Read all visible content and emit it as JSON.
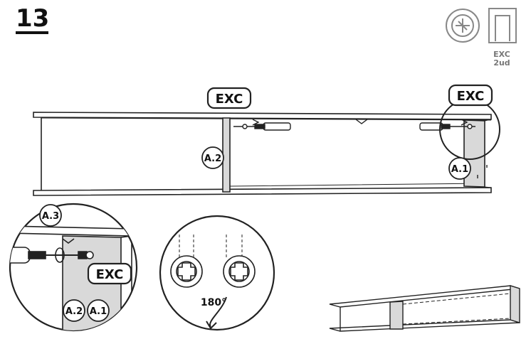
{
  "step": {
    "number": "13"
  },
  "quantity": {
    "code": "EXC",
    "count": "2ud"
  },
  "callouts": {
    "exc_main_left": "EXC",
    "exc_main_right": "EXC",
    "exc_detail": "EXC",
    "panel_a2": "A.2",
    "panel_a1": "A.1",
    "detail_a3": "A.3",
    "detail_a2": "A.2",
    "detail_a1": "A.1"
  },
  "rotation": {
    "label": "180°"
  },
  "colors": {
    "line": "#222222",
    "panel_shade": "#d9d9d9",
    "icon_gray": "#888888"
  }
}
